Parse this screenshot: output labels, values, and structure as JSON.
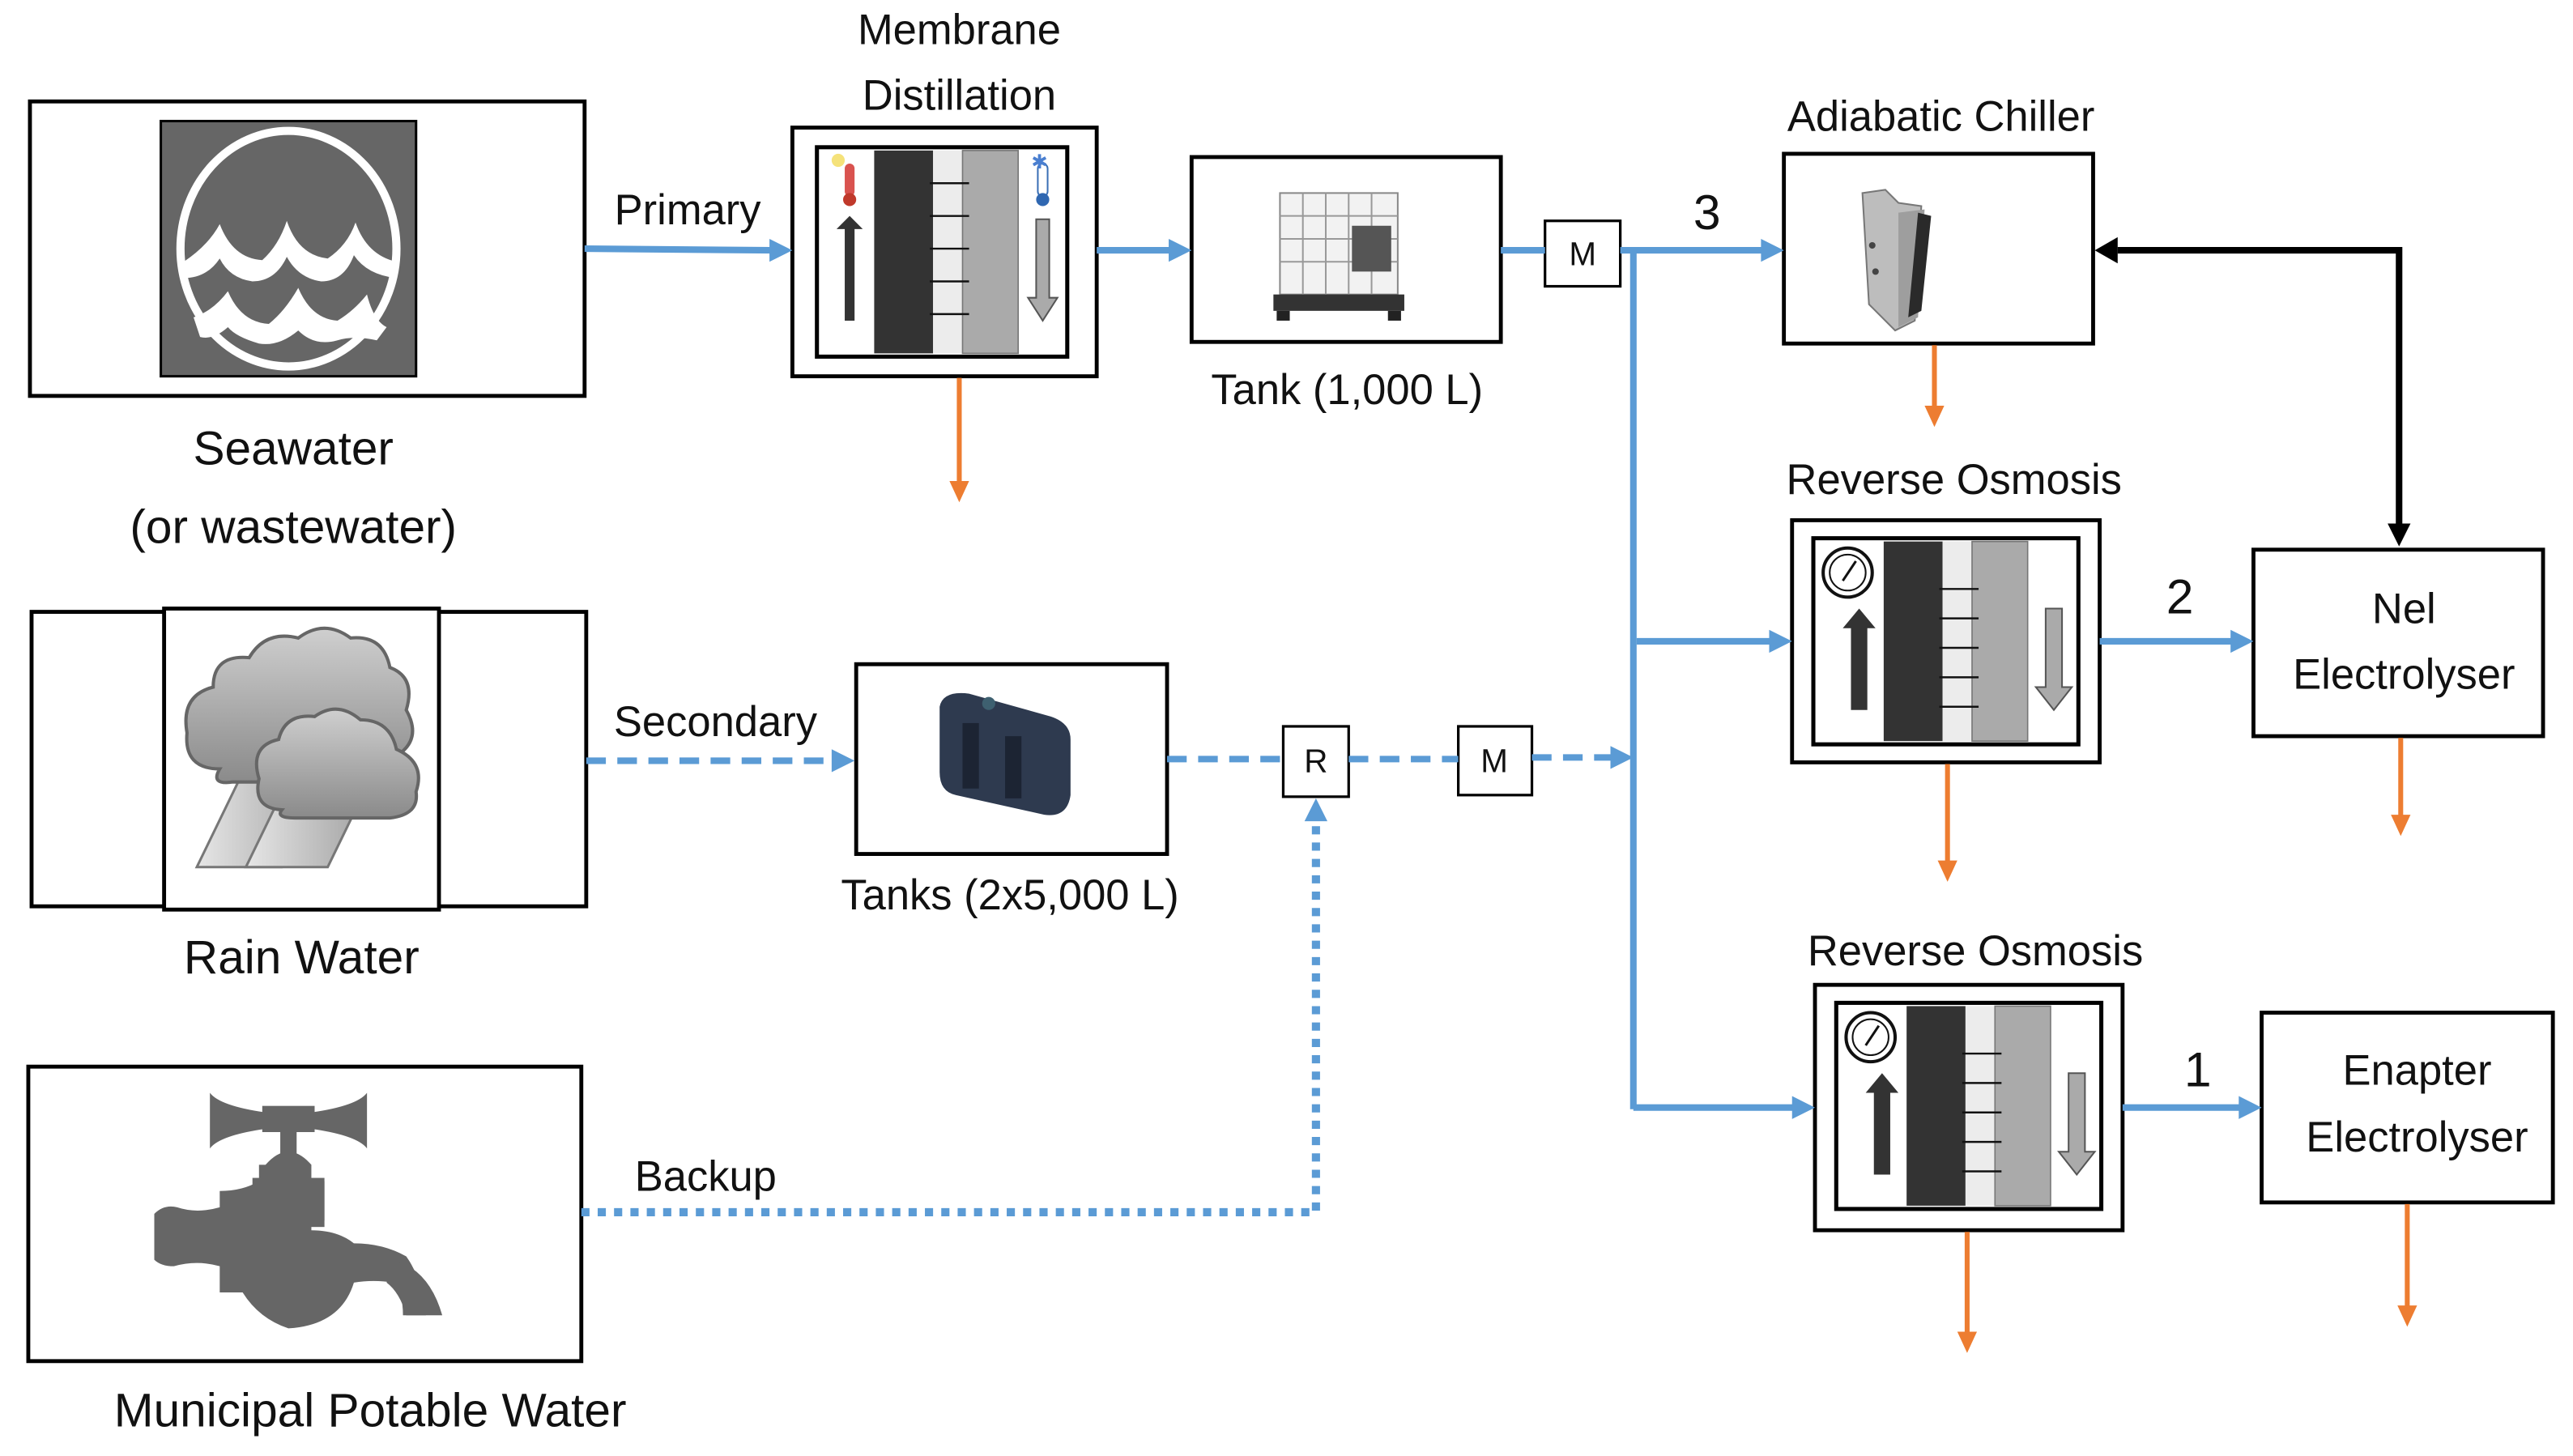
{
  "diagram": {
    "sources": {
      "seawater": {
        "line1": "Seawater",
        "line2": "(or wastewater)"
      },
      "rain": {
        "label": "Rain Water"
      },
      "municipal": {
        "label": "Municipal Potable Water"
      }
    },
    "flows": {
      "primary": "Primary",
      "secondary": "Secondary",
      "backup": "Backup"
    },
    "units": {
      "membrane_distillation": {
        "line1": "Membrane",
        "line2": "Distillation"
      },
      "tank_1000": {
        "label": "Tank (1,000 L)"
      },
      "tanks_5000": {
        "label": "Tanks (2x5,000 L)"
      },
      "adiabatic_chiller": {
        "label": "Adiabatic Chiller"
      },
      "reverse_osmosis_1": {
        "label": "Reverse Osmosis"
      },
      "reverse_osmosis_2": {
        "label": "Reverse Osmosis"
      },
      "nel_electrolyser": {
        "line1": "Nel",
        "line2": "Electrolyser"
      },
      "enapter_electrolyser": {
        "line1": "Enapter",
        "line2": "Electrolyser"
      }
    },
    "meters": {
      "meter_primary": "M",
      "meter_secondary": "M",
      "regulator": "R"
    },
    "branch_numbers": {
      "chiller": "3",
      "nel": "2",
      "enapter": "1"
    },
    "colors": {
      "water_flow": "#5b9bd5",
      "waste_flow": "#ed7d31",
      "cooling_loop": "#000000",
      "icon_gray": "#666666"
    }
  }
}
